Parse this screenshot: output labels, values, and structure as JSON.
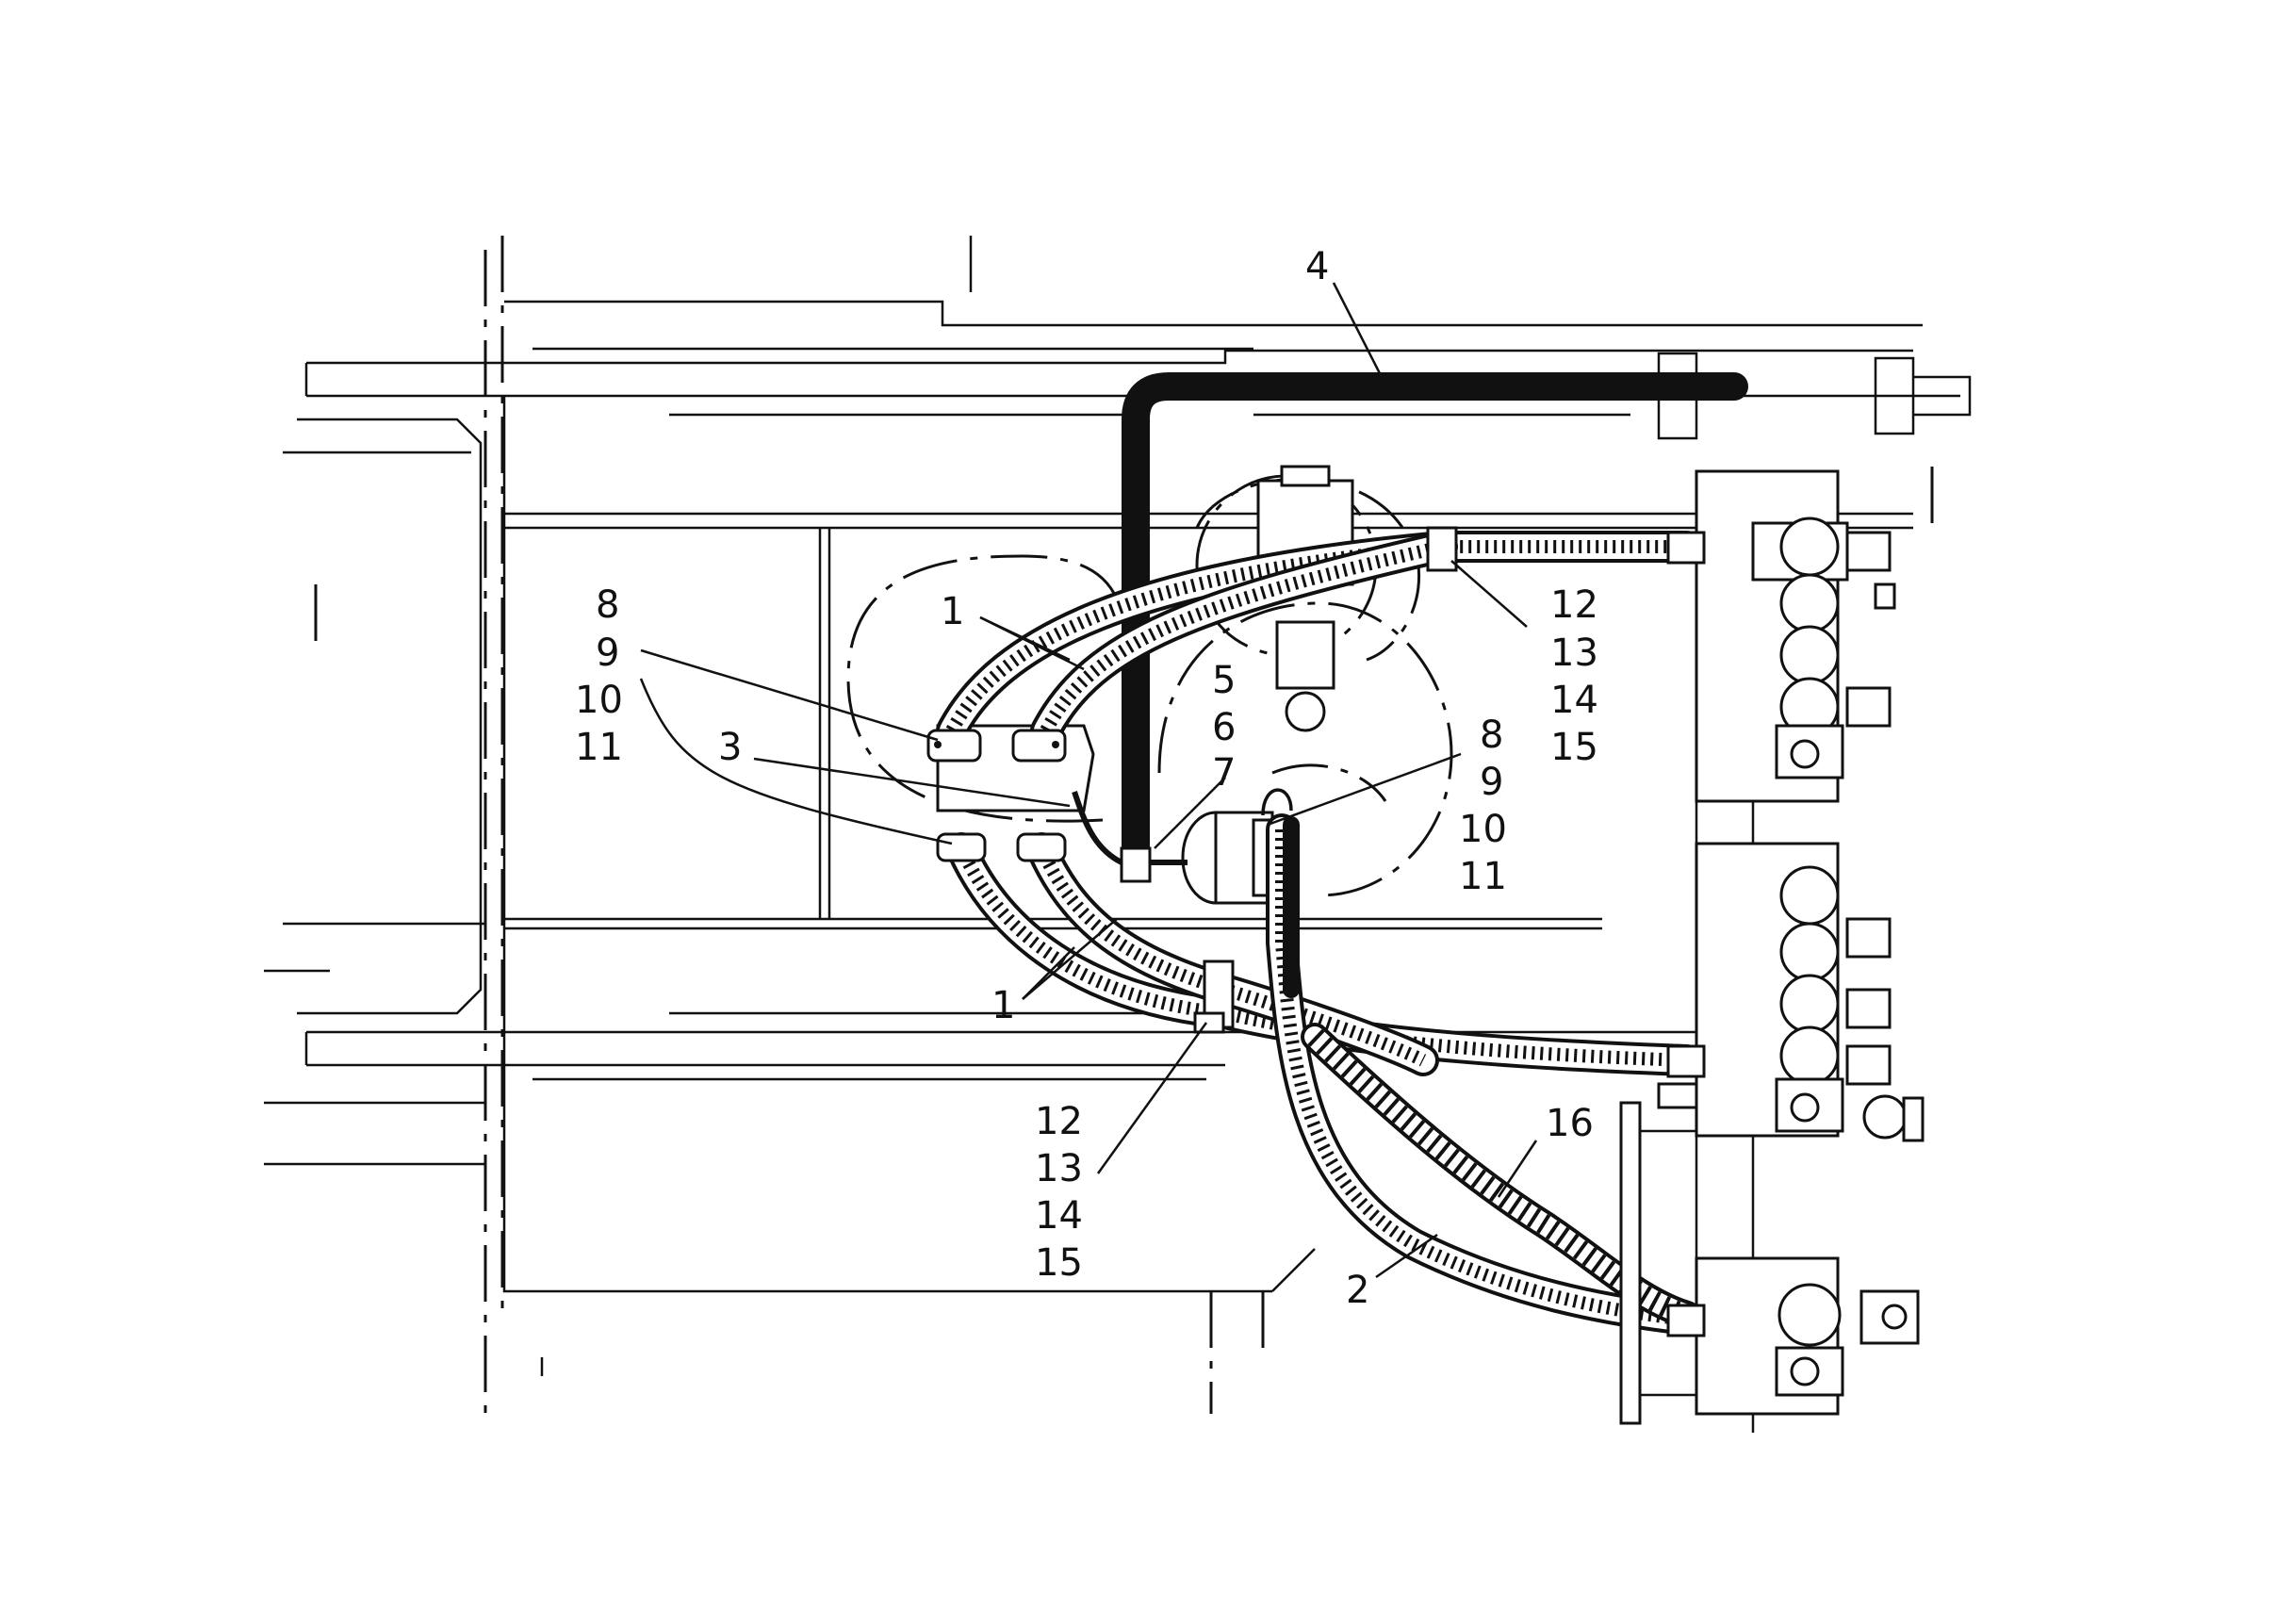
{
  "diagram": {
    "callouts": {
      "c1_top": "1",
      "c1_bottom": "1",
      "c2": "2",
      "c3": "3",
      "c4": "4",
      "c16": "16",
      "left_group": [
        "8",
        "9",
        "10",
        "11"
      ],
      "center_group": [
        "5",
        "6",
        "7"
      ],
      "right_center_group": [
        "8",
        "9",
        "10",
        "11"
      ],
      "right_top_group": [
        "12",
        "13",
        "14",
        "15"
      ],
      "bottom_group": [
        "12",
        "13",
        "14",
        "15"
      ]
    }
  }
}
